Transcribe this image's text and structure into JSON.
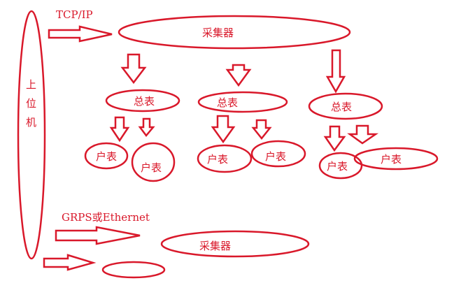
{
  "host": {
    "chars": [
      "上",
      "位",
      "机"
    ]
  },
  "links": {
    "tcpip": "TCP/IP",
    "grps_ethernet": "GRPS或Ethernet"
  },
  "collectors": {
    "top": "采集器",
    "bottom": "采集器",
    "small": ""
  },
  "meters": {
    "total_1": "总表",
    "total_2": "总表",
    "total_3": "总表",
    "household_1a": "户表",
    "household_1b": "户表",
    "household_2a": "户表",
    "household_2b": "户表",
    "household_3a": "户表",
    "household_3b": "户表"
  },
  "colors": {
    "stroke": "#d9182a",
    "background": "#ffffff"
  }
}
